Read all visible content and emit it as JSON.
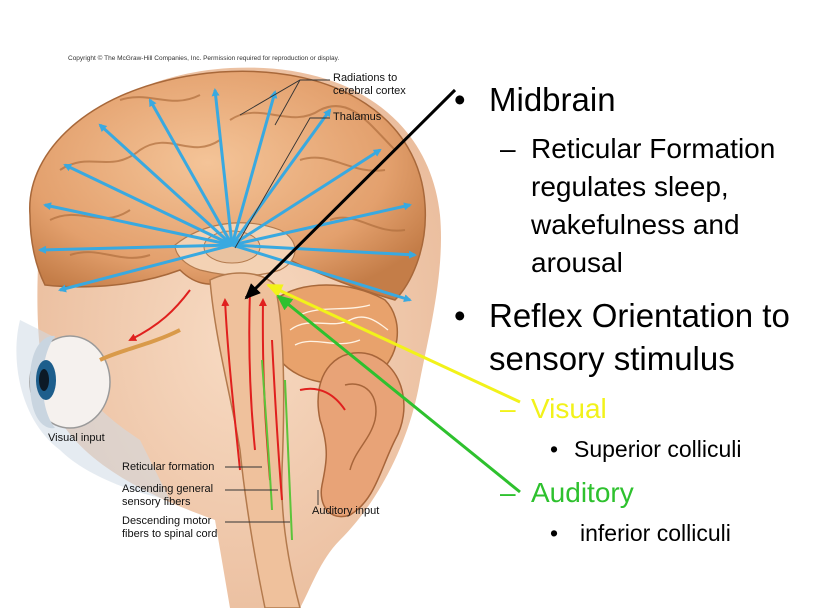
{
  "copyright": "Copyright © The McGraw-Hill Companies, Inc. Permission required for reproduction or display.",
  "labels": {
    "radiations_line1": "Radiations to",
    "radiations_line2": "cerebral cortex",
    "thalamus": "Thalamus",
    "visual_input": "Visual input",
    "reticular_formation": "Reticular formation",
    "ascending_line1": "Ascending general",
    "ascending_line2": "sensory fibers",
    "descending_line1": "Descending motor",
    "descending_line2": "fibers to spinal cord",
    "auditory_input": "Auditory input"
  },
  "slide": {
    "bullet_symbol": "•",
    "dash_symbol": "–",
    "b1": "Midbrain",
    "b1_sub_l1": "Reticular Formation",
    "b1_sub_l2": "regulates sleep,",
    "b1_sub_l3": "wakefulness and",
    "b1_sub_l4": "arousal",
    "b2_l1": "Reflex Orientation to",
    "b2_l2": "sensory stimulus",
    "visual": "Visual",
    "visual_sub": "Superior colliculi",
    "auditory": "Auditory",
    "auditory_sub": "inferior colliculi"
  },
  "colors": {
    "visual": "#f2f21a",
    "auditory": "#2ec12e",
    "radiation_arrows": "#39a9e0",
    "brain_tissue": "#e7a877",
    "brain_dark": "#c7834f",
    "pointer_black": "#000000",
    "red_fibers": "#e0201e",
    "green_fibers": "#5cc43a"
  },
  "icons": {
    "eye": "eye-icon",
    "ear": "ear-icon"
  }
}
